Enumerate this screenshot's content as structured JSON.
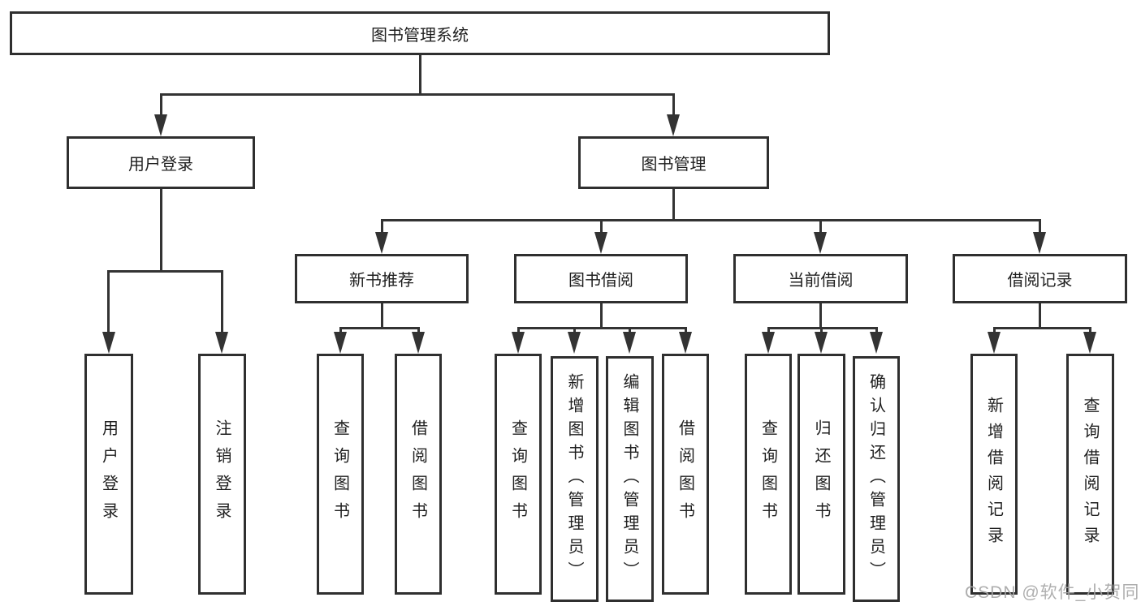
{
  "title": "图书管理系统",
  "tree": {
    "label": "图书管理系统",
    "children": [
      {
        "label": "用户登录",
        "children": [
          {
            "label": "用户登录"
          },
          {
            "label": "注销登录"
          }
        ]
      },
      {
        "label": "图书管理",
        "children": [
          {
            "label": "新书推荐",
            "children": [
              {
                "label": "查询图书"
              },
              {
                "label": "借阅图书"
              }
            ]
          },
          {
            "label": "图书借阅",
            "children": [
              {
                "label": "查询图书"
              },
              {
                "label": "新增图书（管理员）"
              },
              {
                "label": "编辑图书（管理员）"
              },
              {
                "label": "借阅图书"
              }
            ]
          },
          {
            "label": "当前借阅",
            "children": [
              {
                "label": "查询图书"
              },
              {
                "label": "归还图书"
              },
              {
                "label": "确认归还（管理员）"
              }
            ]
          },
          {
            "label": "借阅记录",
            "children": [
              {
                "label": "新增借阅记录"
              },
              {
                "label": "查询借阅记录"
              }
            ]
          }
        ]
      }
    ]
  },
  "watermark": "CSDN @软件_小贺同学",
  "colors": {
    "line": "#333333",
    "border": "#2f2f2f",
    "text": "#1f1f1f",
    "watermark": "#a6a6a6",
    "background": "#ffffff"
  }
}
